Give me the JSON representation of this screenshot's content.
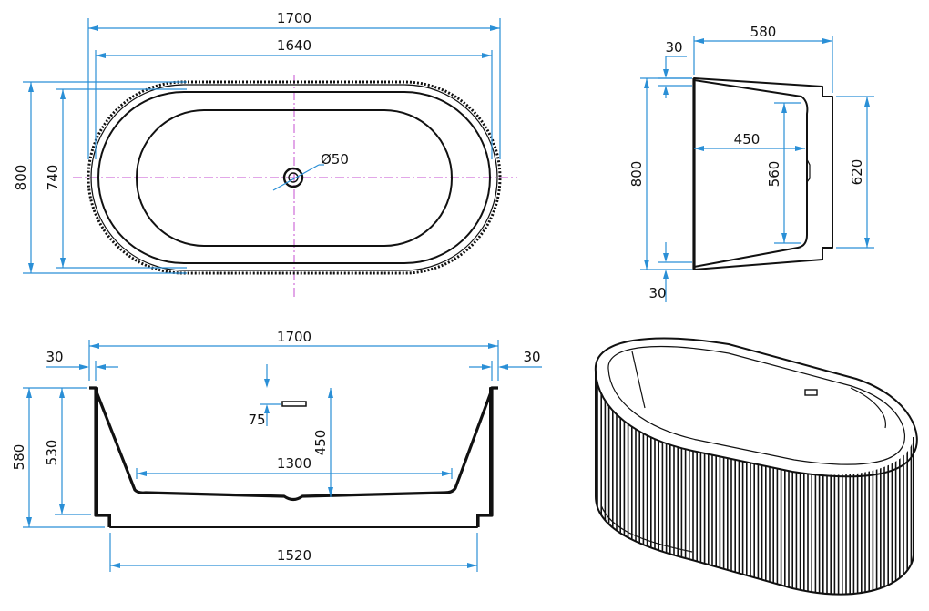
{
  "colors": {
    "dimension": "#2a8fd6",
    "centerline": "#c64fd0",
    "outline": "#111111"
  },
  "top_view": {
    "length_outer": "1700",
    "length_inner": "1640",
    "width_outer": "800",
    "width_inner": "740",
    "drain": "Ø50"
  },
  "end_view": {
    "top_lip": "30",
    "depth_width": "580",
    "height": "800",
    "inner_width": "450",
    "inner_depth": "560",
    "outer_height": "620",
    "bottom_lip": "30"
  },
  "side_view": {
    "length": "1700",
    "left_offset": "30",
    "right_offset": "30",
    "height": "580",
    "inner_height": "530",
    "overflow_offset": "75",
    "water_depth": "450",
    "bottom_inner_length": "1300",
    "base_length": "1520"
  }
}
